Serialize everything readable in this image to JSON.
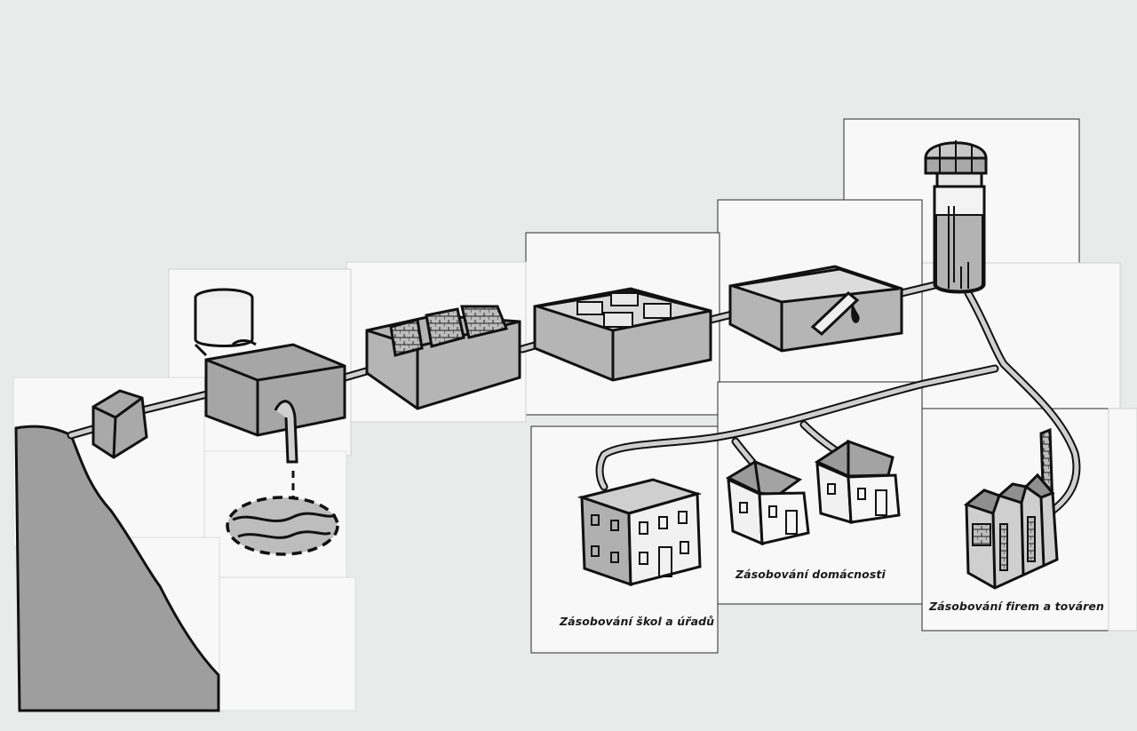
{
  "diagram": {
    "captions": {
      "schools": "Zásobování škol a úřadů",
      "households": "Zásobování domácnosti",
      "companies": "Zásobování firem a továren"
    }
  }
}
